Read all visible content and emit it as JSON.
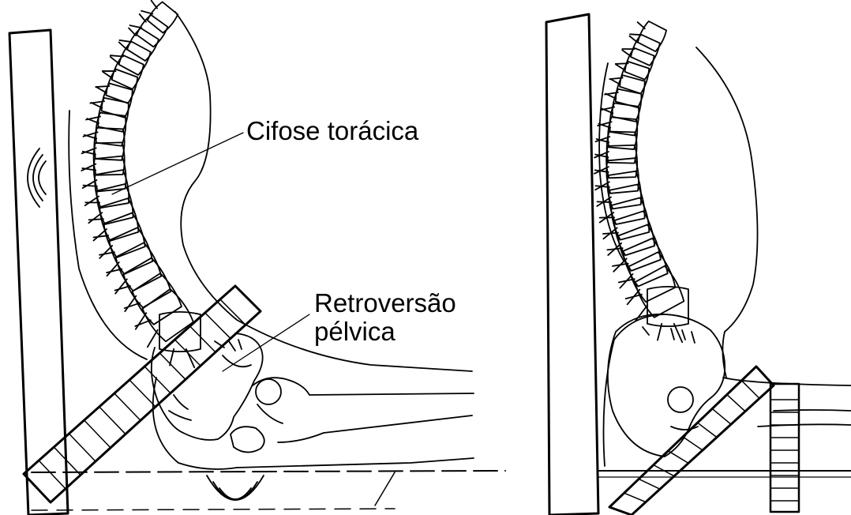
{
  "labels": {
    "thoracic_kyphosis": "Cifose torácica",
    "pelvic_retroversion_line1": "Retroversão",
    "pelvic_retroversion_line2": "pélvica"
  },
  "colors": {
    "ink": "#000000",
    "background": "#ffffff"
  }
}
